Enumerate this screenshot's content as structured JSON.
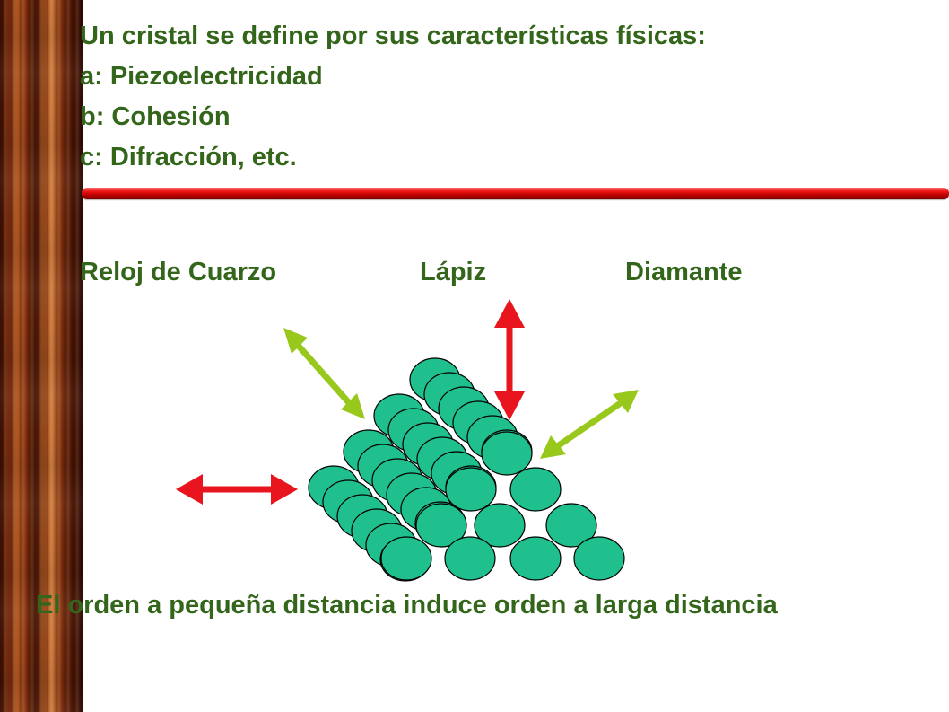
{
  "lines": [
    "Un cristal se define por sus características físicas:",
    "a: Piezoelectricidad",
    "b: Cohesión",
    "c: Difracción, etc."
  ],
  "labels": {
    "quartz": "Reloj de Cuarzo",
    "pencil": "Lápiz",
    "diamond": "Diamante"
  },
  "footer": "El orden a pequeña distancia induce orden a larga distancia",
  "colors": {
    "text": "#33661a",
    "sphere": "#1fbf8e",
    "red_arrow": "#e8141e",
    "green_arrow": "#99c81c",
    "red_bar": "#d40000"
  }
}
